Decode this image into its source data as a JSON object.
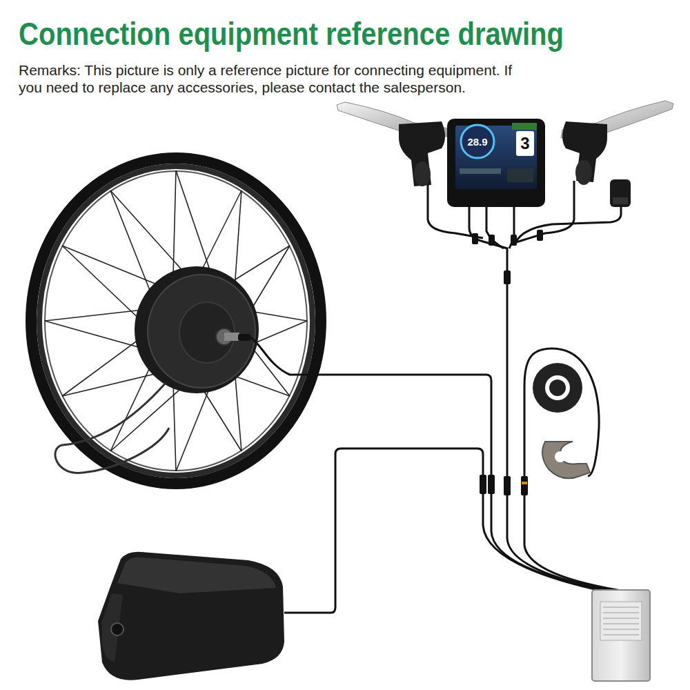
{
  "diagram": {
    "title": "Connection equipment reference drawing",
    "labels": [
      "Remarks: This picture is only a reference picture for connecting equipment. If you need to replace any accessories, please contact the salesperson.",
      "28.9",
      "3"
    ]
  }
}
